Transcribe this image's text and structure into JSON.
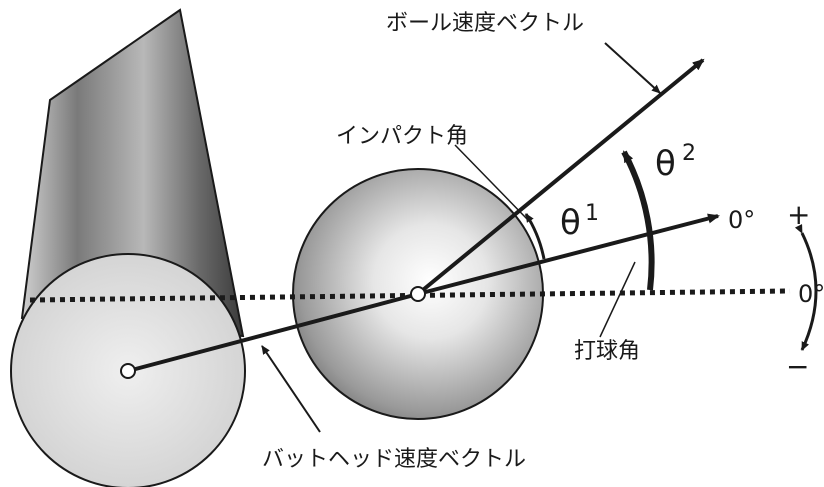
{
  "labels": {
    "ball_velocity_vector": "ボール速度ベクトル",
    "impact_angle": "インパクト角",
    "bat_head_velocity_vector": "バットヘッド速度ベクトル",
    "hitting_angle": "打球角",
    "theta1_symbol": "θ",
    "theta1_sup": "1",
    "theta2_symbol": "θ",
    "theta2_sup": "2",
    "zero_deg_right": "0°",
    "zero_deg_edge": "0°",
    "plus_sign": "+",
    "minus_sign": "−"
  }
}
